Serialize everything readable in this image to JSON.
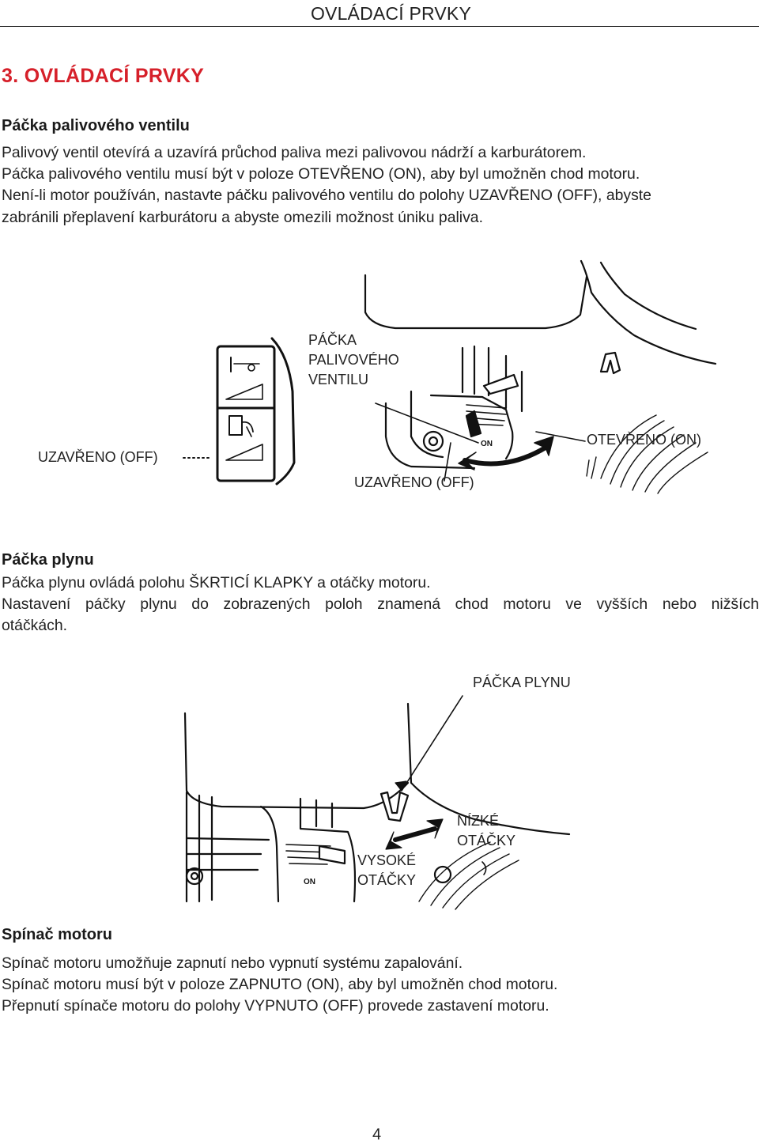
{
  "header": {
    "running_title": "OVLÁDACÍ PRVKY"
  },
  "chapter": {
    "title": "3. OVLÁDACÍ PRVKY"
  },
  "fuel_valve": {
    "heading": "Páčka palivového ventilu",
    "paragraph_lines": [
      "Palivový ventil otevírá a uzavírá průchod paliva mezi palivovou nádrží a karburátorem.",
      "Páčka palivového ventilu musí být v poloze OTEVŘENO (ON), aby byl umožněn chod motoru.",
      "Není-li motor používán, nastavte páčku palivového ventilu do polohy UZAVŘENO (OFF), abyste",
      "zabránili přeplavení karburátoru a abyste omezili možnost úniku paliva."
    ],
    "figure": {
      "label_lever": [
        "PÁČKA",
        "PALIVOVÉHO",
        "VENTILU"
      ],
      "label_off_left": "UZAVŘENO (OFF)",
      "label_off_bottom": "UZAVŘENO (OFF)",
      "label_on": "OTEVŘENO (ON)",
      "valve_marking": "ON"
    }
  },
  "throttle": {
    "heading": "Páčka plynu",
    "paragraph_lines": [
      "Páčka plynu ovládá polohu ŠKRTICÍ KLAPKY a otáčky motoru.",
      "Nastavení páčky plynu do zobrazených poloh znamená chod motoru ve vyšších nebo nižších",
      "otáčkách."
    ],
    "figure": {
      "label_lever": "PÁČKA PLYNU",
      "label_low": [
        "NÍZKÉ",
        "OTÁČKY"
      ],
      "label_high": [
        "VYSOKÉ",
        "OTÁČKY"
      ],
      "valve_marking": "ON"
    }
  },
  "engine_switch": {
    "heading": "Spínač motoru",
    "paragraph_lines": [
      "Spínač motoru umožňuje zapnutí nebo vypnutí systému zapalování.",
      "Spínač motoru musí být v poloze ZAPNUTO (ON), aby byl umožněn chod motoru.",
      "Přepnutí spínače motoru do polohy VYPNUTO (OFF) provede zastavení motoru."
    ]
  },
  "footer": {
    "page_number": "4"
  }
}
